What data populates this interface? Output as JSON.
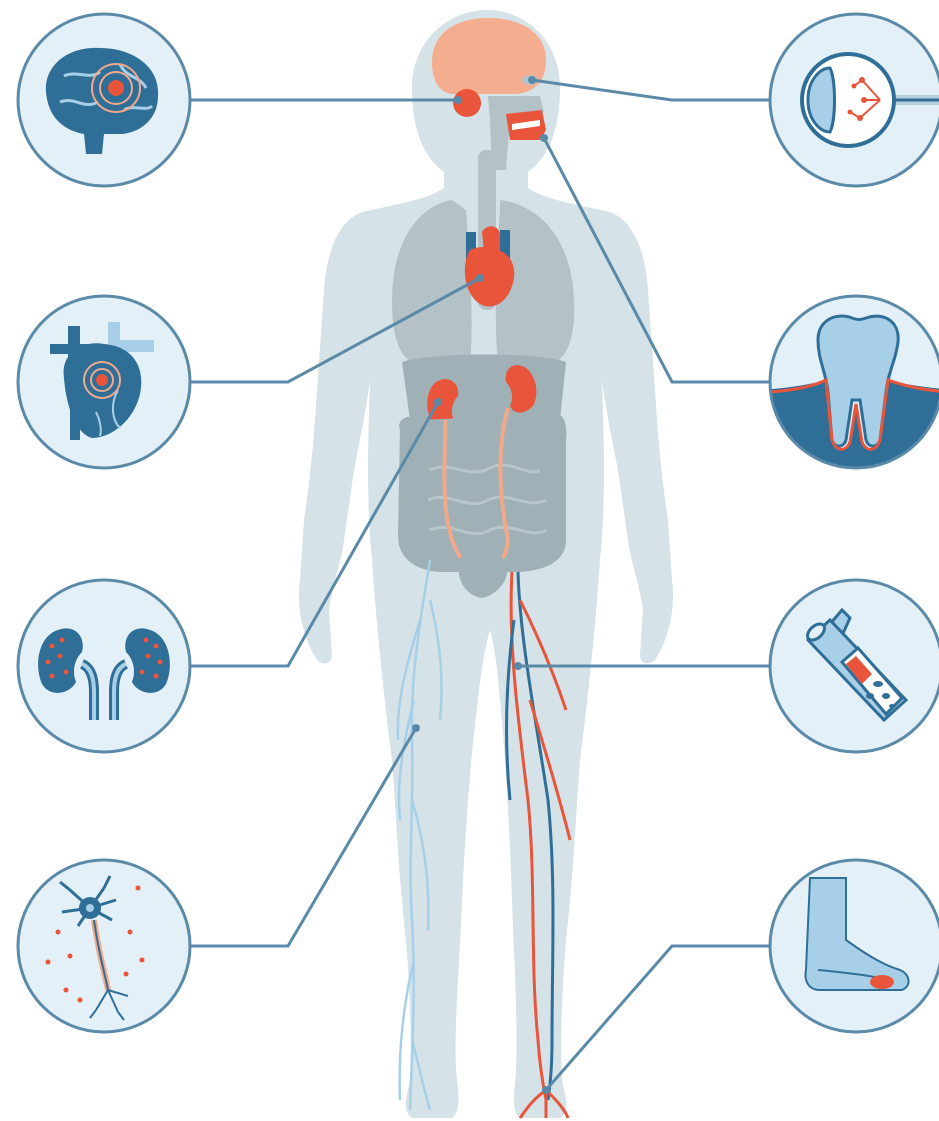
{
  "colors": {
    "background": "#ffffff",
    "body_silhouette": "#d5e2e7",
    "organ_gray": "#b4c2c8",
    "organ_gray_dark": "#9fb0b7",
    "accent_red": "#e8553a",
    "accent_red_light": "#f3a88a",
    "brain_peach": "#f4ae8f",
    "navy": "#2f6e97",
    "light_blue": "#a7d0e8",
    "pale_blue": "#e3f0f8",
    "ring": "#5b8aa8",
    "connector": "#5b8aa8"
  },
  "callouts": [
    {
      "id": "brain",
      "icon": "brain-icon",
      "side": "left"
    },
    {
      "id": "heart",
      "icon": "heart-icon",
      "side": "left"
    },
    {
      "id": "kidneys",
      "icon": "kidneys-icon",
      "side": "left"
    },
    {
      "id": "nerve",
      "icon": "neuron-icon",
      "side": "left"
    },
    {
      "id": "eye",
      "icon": "eye-icon",
      "side": "right"
    },
    {
      "id": "tooth",
      "icon": "tooth-gum-icon",
      "side": "right"
    },
    {
      "id": "blood-vessel",
      "icon": "blood-vessel-icon",
      "side": "right"
    },
    {
      "id": "foot",
      "icon": "foot-icon",
      "side": "right"
    }
  ]
}
